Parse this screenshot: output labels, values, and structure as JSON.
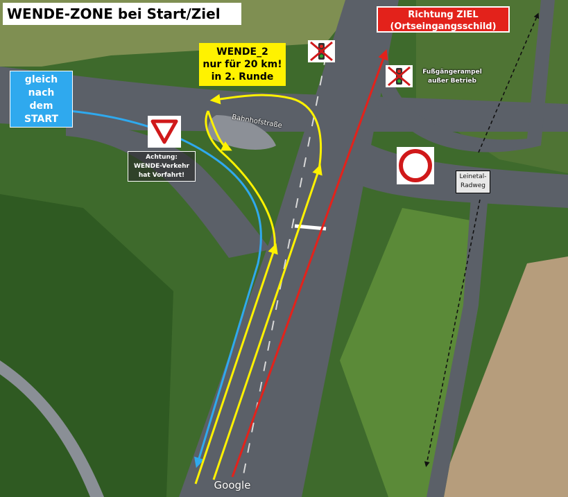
{
  "title": "WENDE-ZONE bei Start/Ziel",
  "start_label": [
    "gleich",
    "nach",
    "dem",
    "START"
  ],
  "finish_label": [
    "Richtung ZIEL",
    "(Ortseingangsschild)"
  ],
  "turnaround_label": [
    "WENDE_2",
    "nur für 20 km!",
    "in 2. Runde"
  ],
  "warning_label": [
    "Achtung:",
    "WENDE-Verkehr",
    "hat Vorfahrt!"
  ],
  "street_name": "Bahnhofstraße",
  "pedestrian_light_label": [
    "Fußgängerampel",
    "außer Betrieb"
  ],
  "cycle_path_label": [
    "Leinetal-",
    "Radweg"
  ],
  "attribution": "Google",
  "colors": {
    "start_route": "#2fa9ee",
    "finish_route": "#e3221b",
    "turnaround_route": "#fff200",
    "road": "#5b6068",
    "vegetation": "#3e6a2c",
    "field": "#b69d7c"
  },
  "icons": [
    "yield-sign-icon",
    "no-entry-sign-icon",
    "traffic-light-off-icon"
  ]
}
